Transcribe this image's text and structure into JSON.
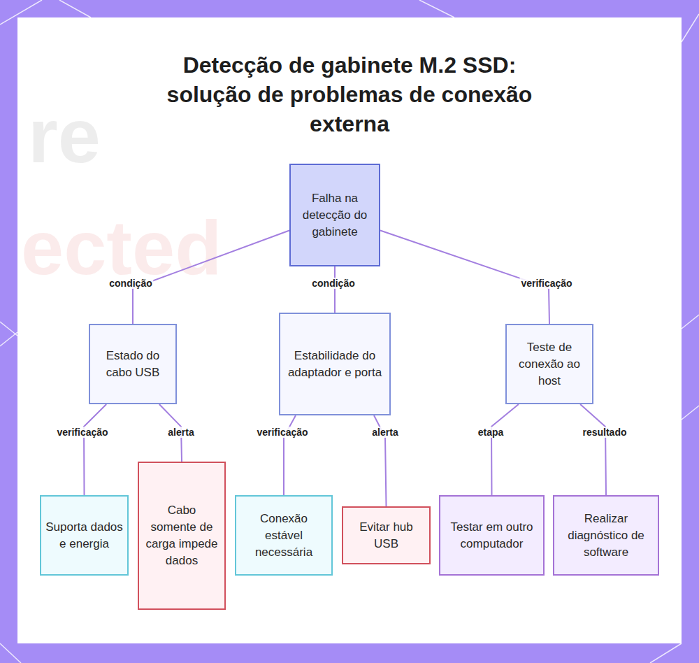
{
  "diagram": {
    "title": "Detecção de gabinete M.2 SSD: solução de problemas de conexão externa",
    "nodes": [
      {
        "text": [
          "Falha na detecção do gabinete"
        ]
      },
      {
        "text": [
          "Estado do cabo USB"
        ]
      },
      {
        "text": [
          "Estabilidade do adaptador e porta"
        ]
      },
      {
        "text": [
          "Teste de conexão ao host"
        ]
      },
      {
        "text": [
          "Suporta dados e energia"
        ]
      },
      {
        "text": [
          "Cabo somente de carga impede dados"
        ]
      },
      {
        "text": [
          "Conexão estável necessária"
        ]
      },
      {
        "text": [
          "Evitar hub USB"
        ]
      },
      {
        "text": [
          "Testar em outro computador"
        ]
      },
      {
        "text": [
          "Realizar diagnóstico de software"
        ]
      }
    ],
    "edges": [
      {
        "from": 0,
        "to": 1,
        "label": "condição",
        "arrow": "none"
      },
      {
        "from": 0,
        "to": 2,
        "label": "condição",
        "arrow": "none"
      },
      {
        "from": 0,
        "to": 3,
        "label": "verificação",
        "arrow": "none"
      },
      {
        "from": 1,
        "to": 4,
        "label": "verificação",
        "arrow": "none"
      },
      {
        "from": 1,
        "to": 5,
        "label": "alerta",
        "arrow": "none"
      },
      {
        "from": 2,
        "to": 6,
        "label": "verificação",
        "arrow": "none"
      },
      {
        "from": 2,
        "to": 7,
        "label": "alerta",
        "arrow": "none"
      },
      {
        "from": 3,
        "to": 8,
        "label": "etapa",
        "arrow": "none"
      },
      {
        "from": 3,
        "to": 9,
        "label": "resultado",
        "arrow": "none"
      }
    ],
    "labels": [
      "re",
      "ected"
    ]
  }
}
